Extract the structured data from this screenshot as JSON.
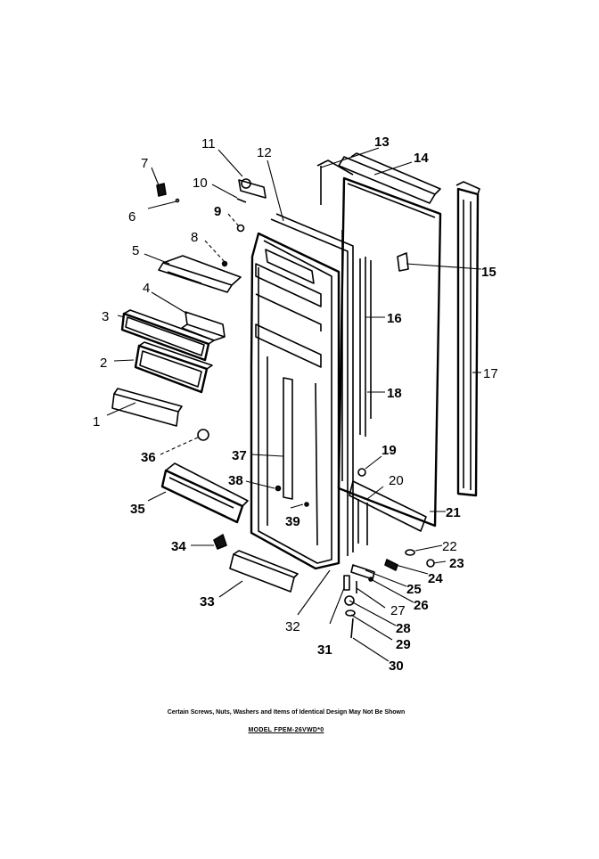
{
  "header_marks": "",
  "callouts": [
    {
      "id": "c1",
      "text": "1"
    },
    {
      "id": "c2",
      "text": "2"
    },
    {
      "id": "c3",
      "text": "3"
    },
    {
      "id": "c4",
      "text": "4"
    },
    {
      "id": "c5",
      "text": "5"
    },
    {
      "id": "c6",
      "text": "6"
    },
    {
      "id": "c7",
      "text": "7"
    },
    {
      "id": "c8",
      "text": "8"
    },
    {
      "id": "c9",
      "text": "9"
    },
    {
      "id": "c10",
      "text": "10"
    },
    {
      "id": "c11",
      "text": "11"
    },
    {
      "id": "c12",
      "text": "12"
    },
    {
      "id": "c13",
      "text": "13"
    },
    {
      "id": "c14",
      "text": "14"
    },
    {
      "id": "c15",
      "text": "15"
    },
    {
      "id": "c16",
      "text": "16"
    },
    {
      "id": "c17",
      "text": "17"
    },
    {
      "id": "c18",
      "text": "18"
    },
    {
      "id": "c19",
      "text": "19"
    },
    {
      "id": "c20",
      "text": "20"
    },
    {
      "id": "c21",
      "text": "21"
    },
    {
      "id": "c22",
      "text": "22"
    },
    {
      "id": "c23",
      "text": "23"
    },
    {
      "id": "c24",
      "text": "24"
    },
    {
      "id": "c25",
      "text": "25"
    },
    {
      "id": "c26",
      "text": "26"
    },
    {
      "id": "c27",
      "text": "27"
    },
    {
      "id": "c28",
      "text": "28"
    },
    {
      "id": "c29",
      "text": "29"
    },
    {
      "id": "c30",
      "text": "30"
    },
    {
      "id": "c31",
      "text": "31"
    },
    {
      "id": "c32",
      "text": "32"
    },
    {
      "id": "c33",
      "text": "33"
    },
    {
      "id": "c34",
      "text": "34"
    },
    {
      "id": "c35",
      "text": "35"
    },
    {
      "id": "c36",
      "text": "36"
    },
    {
      "id": "c37",
      "text": "37"
    },
    {
      "id": "c38",
      "text": "38"
    },
    {
      "id": "c39",
      "text": "39"
    }
  ],
  "footnote": "Certain Screws, Nuts, Washers and Items of Identical Design May Not Be Shown",
  "model_label": "MODEL FPEM-26VWD*0"
}
